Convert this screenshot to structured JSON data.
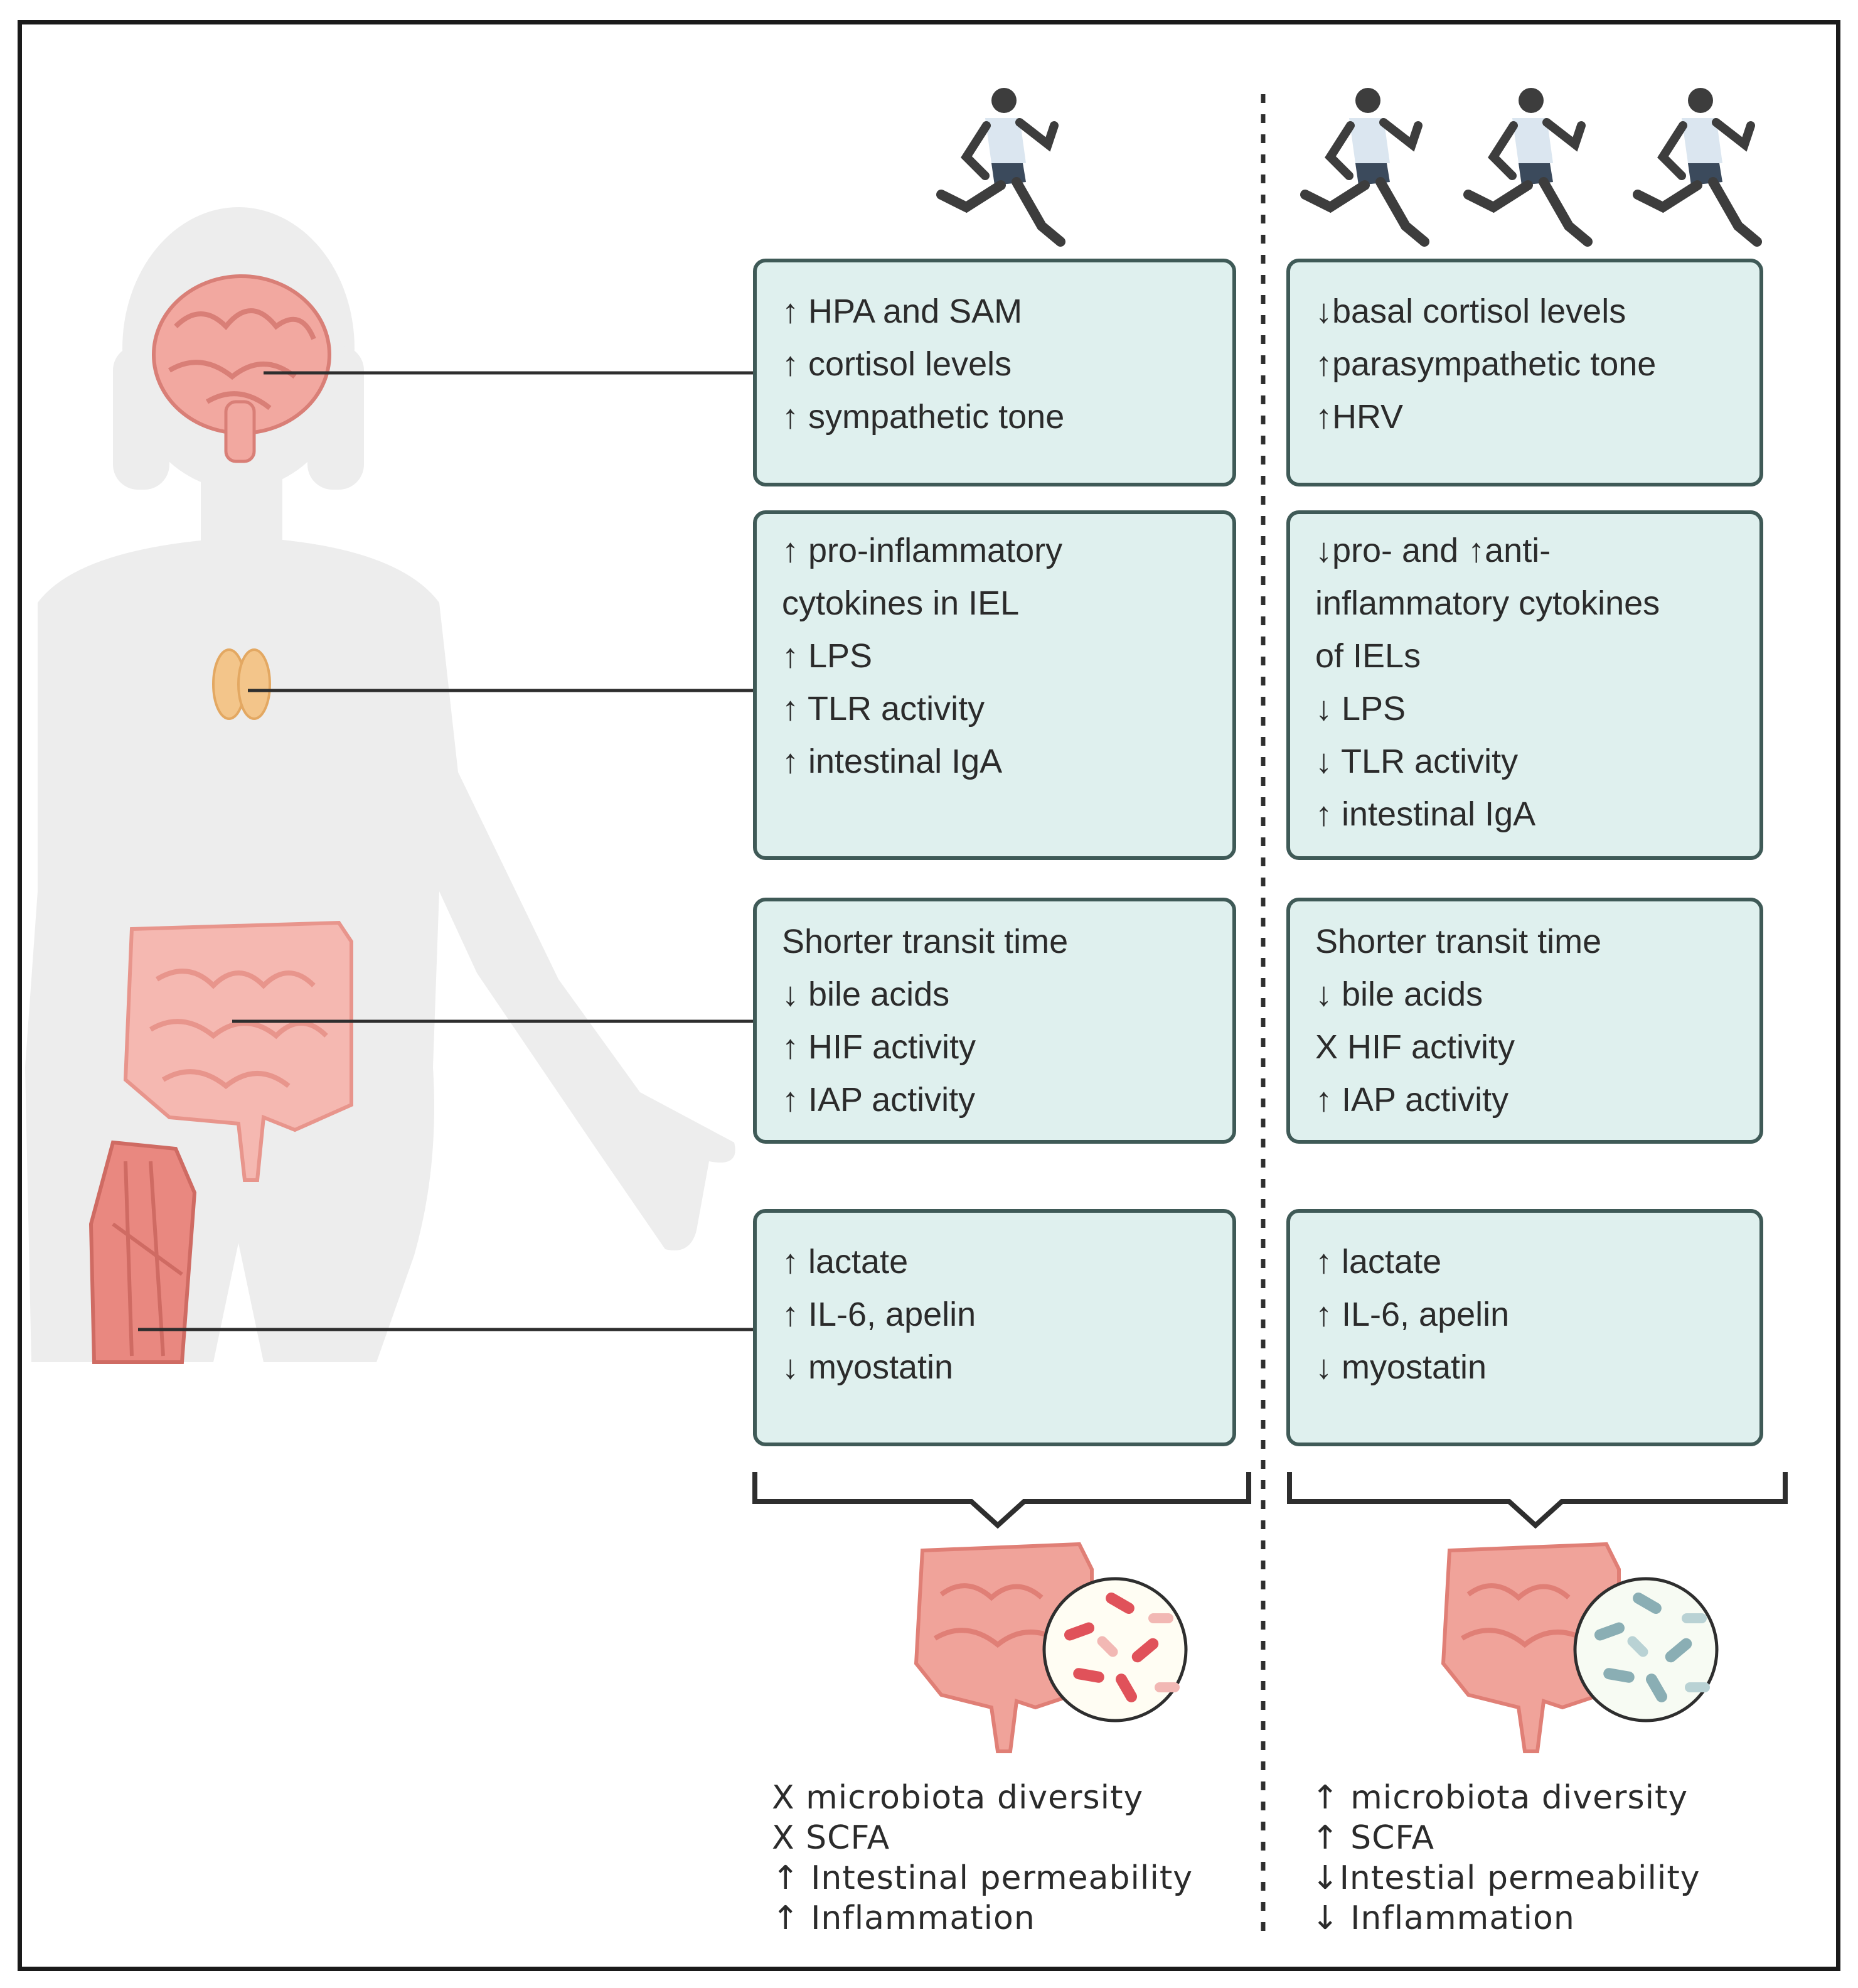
{
  "colors": {
    "box_fill": "#dff0ee",
    "box_border": "#3f5a57",
    "body_silhouette": "#ededed",
    "brain": "#f2a8a0",
    "thyroid": "#f3c58a",
    "intestine": "#f0a39a",
    "muscle": "#e98880",
    "runner_shirt": "#dbe6f0",
    "runner_skin": "#3d3d3d",
    "microbe_red": "#e0525a",
    "microbe_blue": "#8aaeb4"
  },
  "icons": {
    "brain": "brain-icon",
    "thyroid": "thyroid-icon",
    "intestine": "intestine-icon",
    "muscle": "thigh-muscle-icon",
    "runner": "runner-icon",
    "microbiome": "microbiome-magnifier-icon"
  },
  "left_column": {
    "boxes": [
      {
        "lines": [
          "↑ HPA and SAM",
          "↑ cortisol levels",
          "↑ sympathetic  tone"
        ]
      },
      {
        "lines": [
          "↑ pro-inflammatory",
          "cytokines in IEL",
          "↑ LPS",
          "↑ TLR activity",
          "↑ intestinal IgA"
        ]
      },
      {
        "lines": [
          "Shorter transit time",
          "↓ bile acids",
          "↑ HIF activity",
          "↑ IAP activity"
        ]
      },
      {
        "lines": [
          "↑ lactate",
          "↑ IL-6, apelin",
          "↓ myostatin"
        ]
      }
    ],
    "outcome": [
      "X microbiota diversity",
      "X SCFA",
      "↑ Intestinal permeability",
      "↑ Inflammation"
    ]
  },
  "right_column": {
    "boxes": [
      {
        "lines": [
          "↓basal cortisol levels",
          "↑parasympathetic tone",
          "↑HRV"
        ]
      },
      {
        "lines": [
          "↓pro- and ↑anti-",
          "inflammatory cytokines",
          "of IELs",
          "↓ LPS",
          "↓ TLR activity",
          "↑ intestinal IgA"
        ]
      },
      {
        "lines": [
          "Shorter transit time",
          "↓ bile acids",
          "X HIF activity",
          "↑ IAP activity"
        ]
      },
      {
        "lines": [
          "↑ lactate",
          "↑ IL-6, apelin",
          "↓ myostatin"
        ]
      }
    ],
    "outcome": [
      "↑ microbiota diversity",
      "↑ SCFA",
      "↓Intestial permeability",
      "↓ Inflammation"
    ]
  }
}
